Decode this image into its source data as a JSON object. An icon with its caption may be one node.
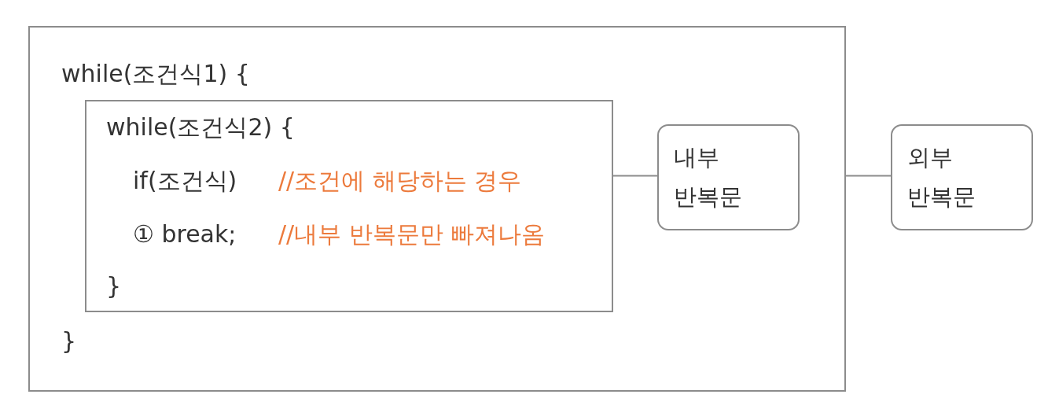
{
  "diagram": {
    "nodes": [
      {
        "text": [
          "while(조건식1) {",
          "}"
        ]
      },
      {
        "text": [
          "while(조건식2) {",
          "if(조건식)",
          "//조건에 해당하는 경우",
          "① break;",
          "//내부 반복문만 빠져나옴",
          "}"
        ],
        "in": 0
      },
      {
        "text": [
          "내부 반복문"
        ],
        "in": 0
      },
      {
        "text": [
          "외부 반복문"
        ]
      }
    ],
    "edges": [
      {
        "from": 1,
        "to": 2,
        "arrow": "none"
      },
      {
        "from": 0,
        "to": 3,
        "arrow": "none"
      }
    ]
  }
}
